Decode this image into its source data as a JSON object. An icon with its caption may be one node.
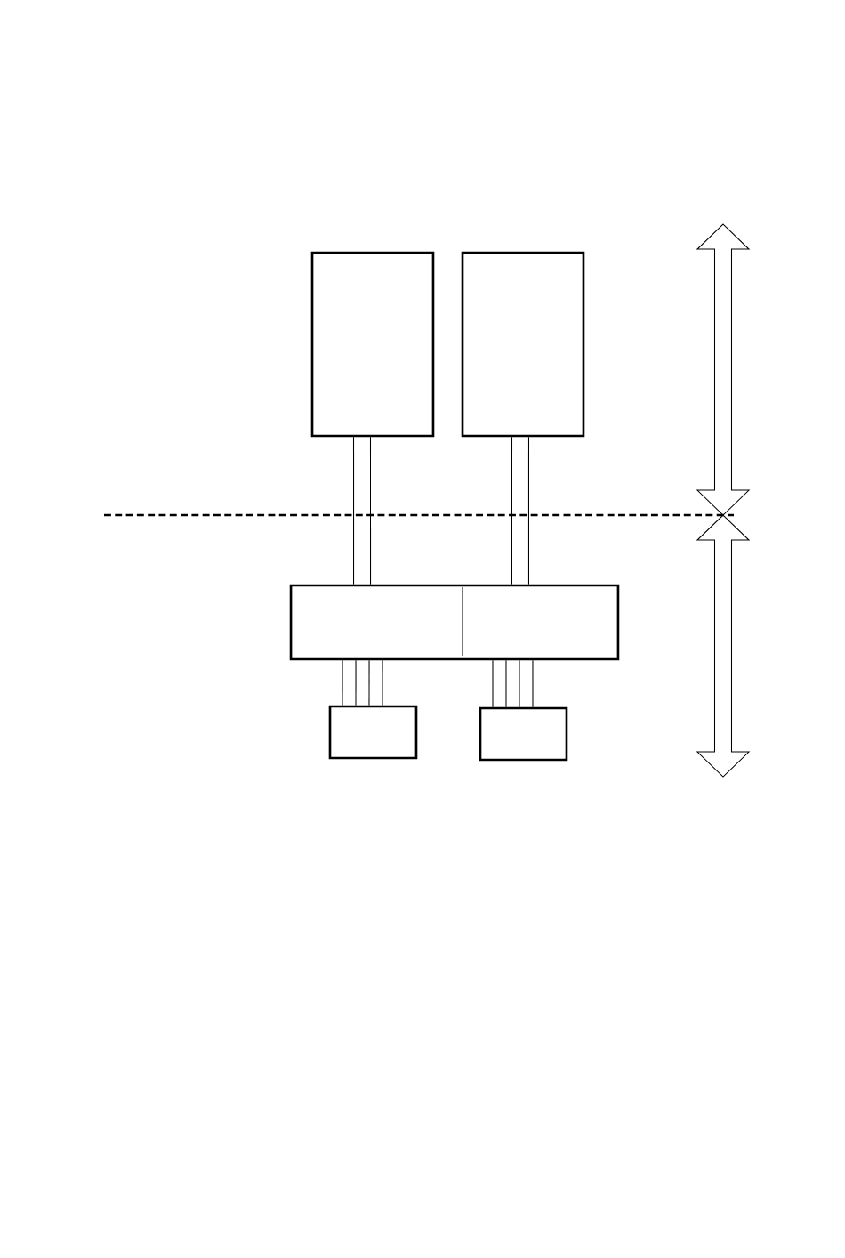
{
  "diagram": {
    "nodes": [
      {
        "text": [],
        "shape": "box"
      },
      {
        "text": [],
        "shape": "box"
      },
      {
        "text": [],
        "shape": "box"
      },
      {
        "text": [],
        "shape": "box"
      },
      {
        "text": [],
        "shape": "box"
      }
    ],
    "edges": [
      {
        "from": 0,
        "to": 2,
        "arrow": "none"
      },
      {
        "from": 0,
        "to": 2,
        "arrow": "none"
      },
      {
        "from": 1,
        "to": 2,
        "arrow": "none"
      },
      {
        "from": 1,
        "to": 2,
        "arrow": "none"
      },
      {
        "from": 2,
        "to": 3,
        "arrow": "none"
      },
      {
        "from": 2,
        "to": 3,
        "arrow": "none"
      },
      {
        "from": 2,
        "to": 3,
        "arrow": "none"
      },
      {
        "from": 2,
        "to": 3,
        "arrow": "none"
      },
      {
        "from": 2,
        "to": 4,
        "arrow": "none"
      },
      {
        "from": 2,
        "to": 4,
        "arrow": "none"
      },
      {
        "from": 2,
        "to": 4,
        "arrow": "none"
      },
      {
        "from": 2,
        "to": 4,
        "arrow": "none"
      }
    ]
  }
}
